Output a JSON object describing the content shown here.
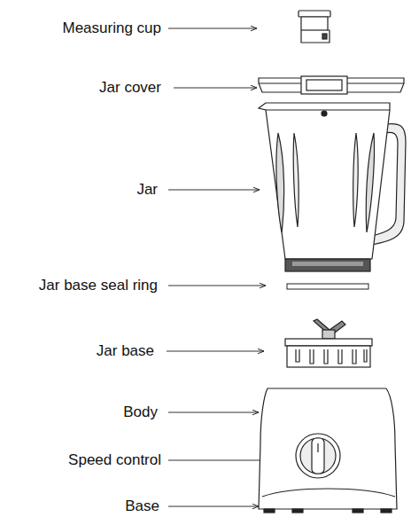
{
  "diagram": {
    "labels": [
      "Measuring cup",
      "Jar cover",
      "Jar",
      "Jar base seal ring",
      "Jar base",
      "Body",
      "Speed control",
      "Base"
    ]
  }
}
